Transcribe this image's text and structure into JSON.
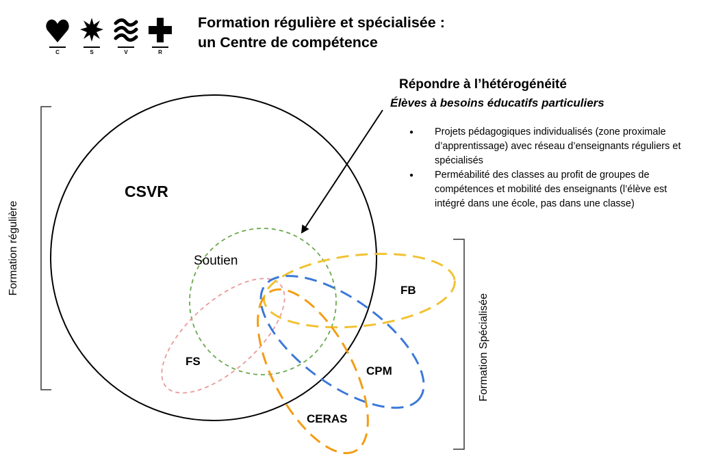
{
  "logo": {
    "icons": [
      "heart-icon",
      "star-burst-icon",
      "waves-icon",
      "cross-icon"
    ],
    "letters": [
      "C",
      "S",
      "V",
      "R"
    ]
  },
  "header": {
    "title_line1": "Formation régulière et spécialisée :",
    "title_line2": "un Centre de compétence"
  },
  "sides": {
    "left": "Formation régulière",
    "right": "Formation Spécialisée"
  },
  "callout": {
    "title": "Répondre à l’hétérogénéité",
    "subtitle": "Élèves à besoins éducatifs particuliers",
    "bullets": [
      "Projets pédagogiques individualisés (zone proximale d’apprentissage) avec réseau d’enseignants réguliers et spécialisés",
      "Perméabilité des classes au profit de groupes de compétences et mobilité des enseignants (l’élève est intégré dans une école, pas dans une classe)"
    ]
  },
  "diagram": {
    "labels": {
      "csvr": "CSVR",
      "soutien": "Soutien",
      "fb": "FB",
      "fs": "FS",
      "cpm": "CPM",
      "ceras": "CERAS"
    },
    "colors": {
      "outline": "#000000",
      "soutien": "#6aa84f",
      "fb": "#f1c232",
      "fs": "#ea9999",
      "cpm": "#3c78d8",
      "ceras": "#f39c12"
    }
  }
}
